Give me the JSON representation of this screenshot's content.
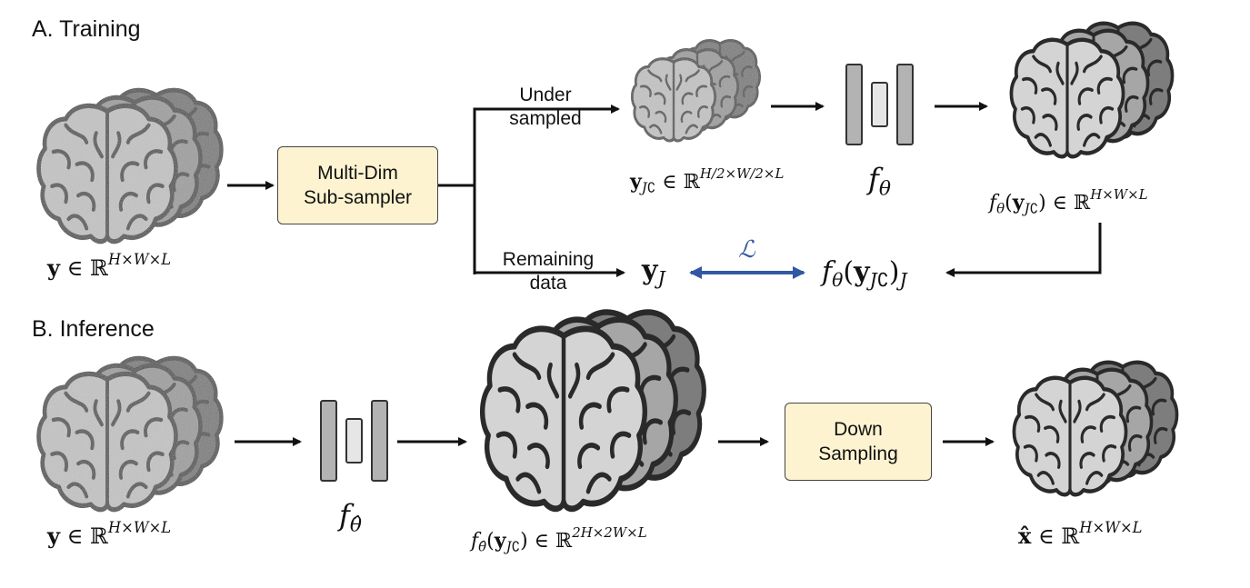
{
  "training": {
    "title": "A. Training",
    "subsampler": [
      "Multi-Dim",
      "Sub-sampler"
    ],
    "branch_under": [
      "Under",
      "sampled"
    ],
    "branch_remaining": [
      "Remaining",
      "data"
    ],
    "input_math": {
      "base": "y",
      "rel": " ∈ ℝ",
      "sup": "H×W×L"
    },
    "under_math": {
      "base": "y",
      "sub": "J",
      "comp": "∁",
      "rel": " ∈ ℝ",
      "sup": "H/2×W/2×L"
    },
    "net_label": {
      "f": "f",
      "sub": "θ"
    },
    "output_math": {
      "f": "f",
      "fsub": "θ",
      "arg": "y",
      "argsub": "J",
      "comp": "∁",
      "rel": ") ∈ ℝ",
      "sup": "H×W×L"
    },
    "yj_math": {
      "base": "y",
      "sub": "J"
    },
    "loss_symbol": "ℒ",
    "fyj_math": {
      "f": "f",
      "fsub": "θ",
      "arg": "y",
      "argsub": "J",
      "comp": "∁",
      "outsub": "J"
    }
  },
  "inference": {
    "title": "B. Inference",
    "input_math": {
      "base": "y",
      "rel": " ∈ ℝ",
      "sup": "H×W×L"
    },
    "net_label": {
      "f": "f",
      "sub": "θ̂"
    },
    "mid_math": {
      "f": "f",
      "fsub": "θ̂",
      "arg": "y",
      "argsub": "J",
      "comp": "∁",
      "rel": ") ∈ ℝ",
      "sup": "2H×2W×L"
    },
    "downsample": [
      "Down",
      "Sampling"
    ],
    "output_math": {
      "base": "x̂",
      "rel": " ∈ ℝ",
      "sup": "H×W×L"
    }
  },
  "colors": {
    "box_fill": "#fdf3d1",
    "loss_arrow": "#3358a3",
    "brain_light": "#d4d4d4",
    "brain_mid": "#a6a6a6",
    "brain_dark": "#7d7d7d"
  }
}
